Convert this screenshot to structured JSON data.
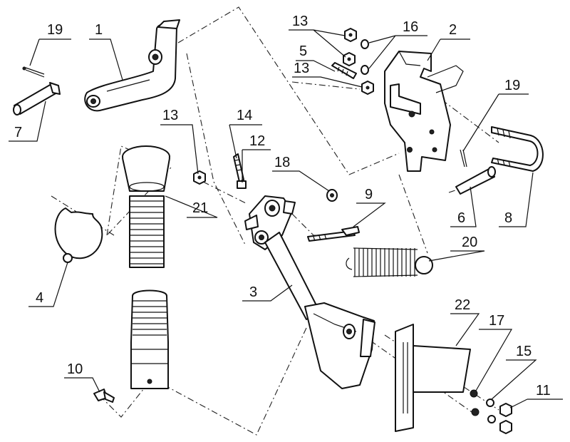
{
  "callouts": [
    {
      "id": "c19a",
      "text": "19"
    },
    {
      "id": "c1",
      "text": "1"
    },
    {
      "id": "c7",
      "text": "7"
    },
    {
      "id": "c13a",
      "text": "13"
    },
    {
      "id": "c16",
      "text": "16"
    },
    {
      "id": "c2",
      "text": "2"
    },
    {
      "id": "c5",
      "text": "5"
    },
    {
      "id": "c13b",
      "text": "13"
    },
    {
      "id": "c19b",
      "text": "19"
    },
    {
      "id": "c14",
      "text": "14"
    },
    {
      "id": "c12",
      "text": "12"
    },
    {
      "id": "c13c",
      "text": "13"
    },
    {
      "id": "c18",
      "text": "18"
    },
    {
      "id": "c21",
      "text": "21"
    },
    {
      "id": "c9",
      "text": "9"
    },
    {
      "id": "c6",
      "text": "6"
    },
    {
      "id": "c8",
      "text": "8"
    },
    {
      "id": "c20",
      "text": "20"
    },
    {
      "id": "c4",
      "text": "4"
    },
    {
      "id": "c3",
      "text": "3"
    },
    {
      "id": "c22",
      "text": "22"
    },
    {
      "id": "c17",
      "text": "17"
    },
    {
      "id": "c15",
      "text": "15"
    },
    {
      "id": "c10",
      "text": "10"
    },
    {
      "id": "c11",
      "text": "11"
    }
  ]
}
